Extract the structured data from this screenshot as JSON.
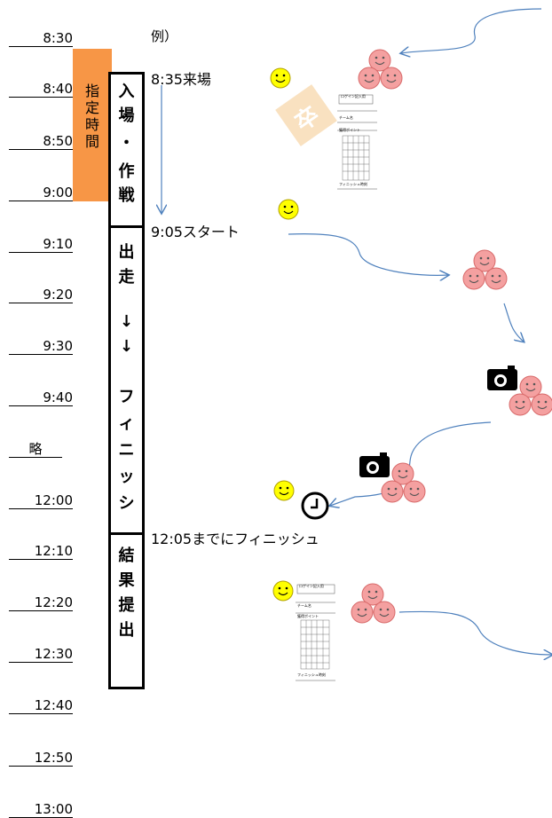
{
  "times": [
    "8:30",
    "8:40",
    "8:50",
    "9:00",
    "9:10",
    "9:20",
    "9:30",
    "9:40",
    "略",
    "12:00",
    "12:10",
    "12:20",
    "12:30",
    "12:40",
    "12:50",
    "13:00"
  ],
  "designated": [
    "指",
    "定",
    "時",
    "間"
  ],
  "phase_entry": [
    "入",
    "場",
    "・",
    "作",
    "戦"
  ],
  "phase_run": [
    "出",
    "走",
    "↓",
    "↓",
    "フ",
    "ィ",
    "ニ",
    "ッ",
    "シ"
  ],
  "phase_result": [
    "結",
    "果",
    "提",
    "出"
  ],
  "example_label": "例）",
  "arrive_label": "8:35来場",
  "start_label": "9:05スタート",
  "finish_label": "12:05までにフィニッシュ",
  "form_title": "ロゲイン記入用",
  "form_team_label": "チーム名",
  "form_points_label": "獲得ポイント",
  "form_finish_label": "フィニッシュ時刻",
  "form_stamp": "卒",
  "colors": {
    "designated": "#f79646",
    "face_yellow": "#ffff00",
    "face_pink": "#f4a0a0",
    "arrow": "#4f81bd"
  }
}
